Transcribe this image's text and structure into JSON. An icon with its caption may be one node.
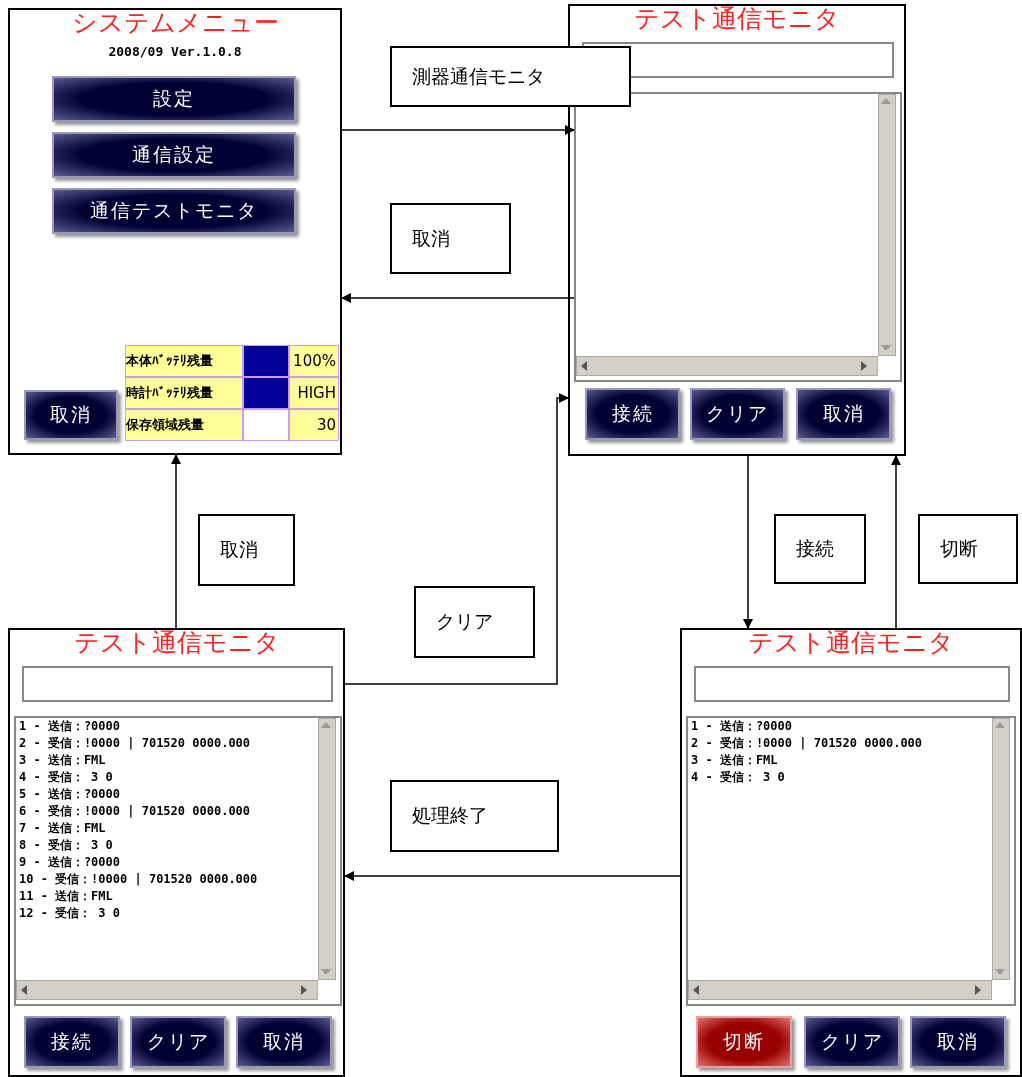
{
  "diagram": {
    "nodes": [
      {
        "text": [
          "システムメニュー",
          "2008/09 Ver.1.0.8"
        ]
      },
      {
        "text": [
          "設定"
        ],
        "in": 0
      },
      {
        "text": [
          "通信設定"
        ],
        "in": 0
      },
      {
        "text": [
          "通信テストモニタ"
        ],
        "in": 0
      },
      {
        "text": [
          "取消"
        ],
        "in": 0
      },
      {
        "text": [
          "テスト通信モニタ"
        ]
      },
      {
        "text": [],
        "shape": "box",
        "in": 5
      },
      {
        "text": [
          "接続"
        ],
        "in": 5
      },
      {
        "text": [
          "クリア"
        ],
        "in": 5
      },
      {
        "text": [
          "取消"
        ],
        "in": 5
      },
      {
        "text": [
          "テスト通信モニタ"
        ]
      },
      {
        "text": [
          "1 - 送信：?0000",
          "2 - 受信：!0000 | 701520 0000.000",
          "3 - 送信：FML",
          "4 - 受信： 3 0",
          "5 - 送信：?0000",
          "6 - 受信：!0000 | 701520 0000.000",
          "7 - 送信：FML",
          "8 - 受信： 3 0",
          "9 - 送信：?0000",
          "10 - 受信：!0000 | 701520 0000.000",
          "11 - 送信：FML",
          "12 - 受信： 3 0"
        ],
        "in": 10
      },
      {
        "text": [
          "接続"
        ],
        "in": 10
      },
      {
        "text": [
          "クリア"
        ],
        "in": 10
      },
      {
        "text": [
          "取消"
        ],
        "in": 10
      },
      {
        "text": [
          "テスト通信モニタ"
        ]
      },
      {
        "text": [
          "1 - 送信：?0000",
          "2 - 受信：!0000 | 701520 0000.000",
          "3 - 送信：FML",
          "4 - 受信： 3 0"
        ],
        "in": 15
      },
      {
        "text": [
          "切断"
        ],
        "in": 15
      },
      {
        "text": [
          "クリア"
        ],
        "in": 15
      },
      {
        "text": [
          "取消"
        ],
        "in": 15
      }
    ],
    "edges": [
      {
        "from": 0,
        "to": 6,
        "arrow": "to",
        "label": "測器通信モニタ"
      },
      {
        "from": 6,
        "to": 0,
        "arrow": "to",
        "label": "取消"
      },
      {
        "from": 5,
        "to": 15,
        "arrow": "to",
        "label": "接続"
      },
      {
        "from": 15,
        "to": 5,
        "arrow": "to",
        "label": "切断"
      },
      {
        "from": 10,
        "to": 0,
        "arrow": "to",
        "label": "取消"
      },
      {
        "from": 10,
        "to": 5,
        "arrow": "to",
        "label": "クリア"
      },
      {
        "from": 15,
        "to": 10,
        "arrow": "to",
        "label": "処理終了"
      }
    ],
    "labels": [
      "本体ﾊﾞｯﾃﾘ残量",
      "100%",
      "時計ﾊﾞｯﾃﾘ残量",
      "HIGH",
      "保存領域残量",
      "30"
    ]
  }
}
